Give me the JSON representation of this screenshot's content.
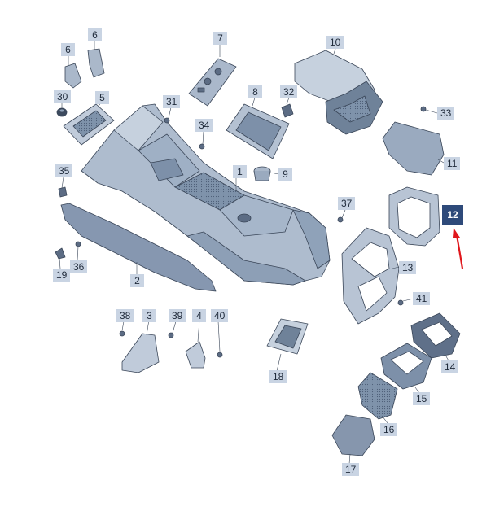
{
  "diagram": {
    "highlight_color": "#2e4a7a",
    "label_color": "#c9d4e3",
    "arrow_color": "#e0161b",
    "highlighted_part": "12",
    "labels": {
      "p1": "1",
      "p2": "2",
      "p3": "3",
      "p4": "4",
      "p5": "5",
      "p6a": "6",
      "p6b": "6",
      "p7": "7",
      "p8": "8",
      "p9": "9",
      "p10": "10",
      "p11": "11",
      "p12": "12",
      "p13": "13",
      "p14": "14",
      "p15": "15",
      "p16": "16",
      "p17": "17",
      "p18": "18",
      "p19": "19",
      "p30": "30",
      "p31": "31",
      "p32": "32",
      "p33": "33",
      "p34": "34",
      "p35": "35",
      "p36": "36",
      "p37": "37",
      "p38": "38",
      "p39": "39",
      "p40": "40",
      "p41": "41"
    }
  }
}
